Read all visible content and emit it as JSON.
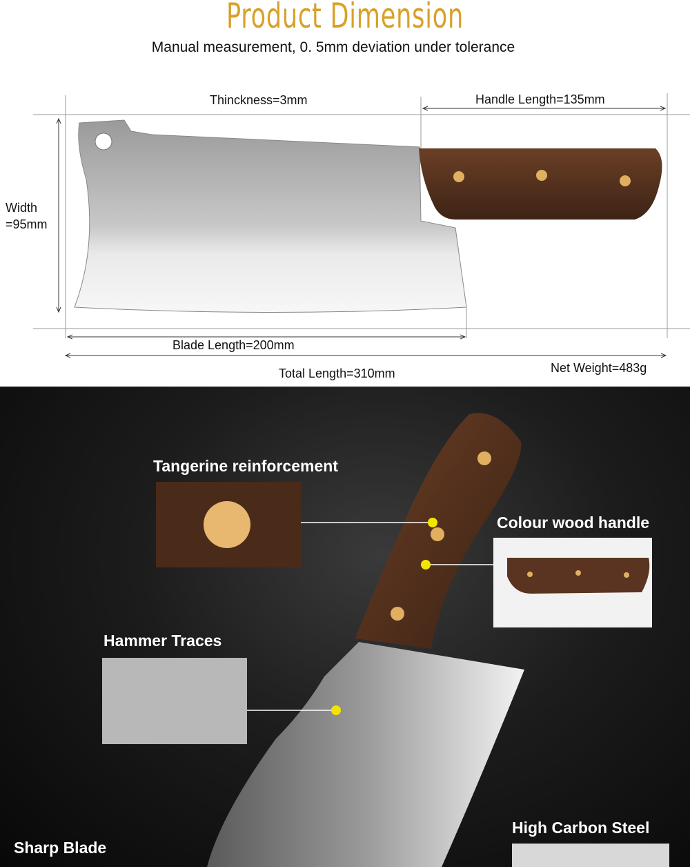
{
  "header": {
    "title": "Product Dimension",
    "subtitle": "Manual measurement, 0. 5mm deviation under tolerance"
  },
  "dimensions": {
    "thickness": "Thinckness=3mm",
    "handle_length": "Handle Length=135mm",
    "width_line1": "Width",
    "width_line2": "=95mm",
    "blade_length": "Blade Length=200mm",
    "total_length": "Total Length=310mm",
    "net_weight": "Net Weight=483g"
  },
  "features": [
    {
      "label": "Tangerine reinforcement"
    },
    {
      "label": "Colour wood handle"
    },
    {
      "label": "Hammer Traces"
    },
    {
      "label": "High Carbon Steel"
    },
    {
      "label": "Sharp Blade"
    }
  ],
  "colors": {
    "title": "#d8a12a",
    "marker": "#f2e600",
    "wood": "#5a3420",
    "rivet": "#e0b060"
  }
}
